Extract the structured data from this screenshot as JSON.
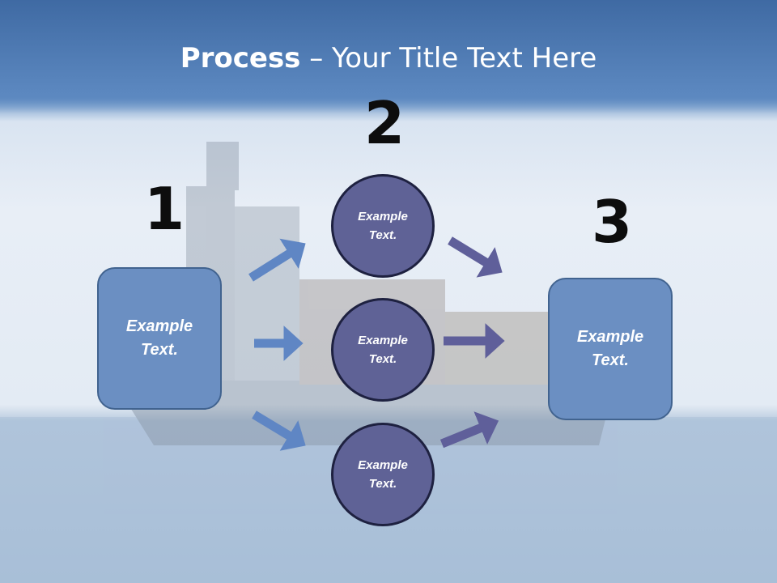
{
  "title": {
    "bold": "Process",
    "rest": " – Your Title Text Here"
  },
  "numbers": [
    "1",
    "2",
    "3"
  ],
  "left_box": {
    "label": "Example\nText."
  },
  "right_box": {
    "label": "Example\nText."
  },
  "circles": [
    {
      "label": "Example\nText."
    },
    {
      "label": "Example\nText."
    },
    {
      "label": "Example\nText."
    }
  ],
  "colors": {
    "box": "#6b8fc2",
    "circle": "#5f6296",
    "arrow_left": "#5f86c4",
    "arrow_right": "#5f5f9a"
  }
}
